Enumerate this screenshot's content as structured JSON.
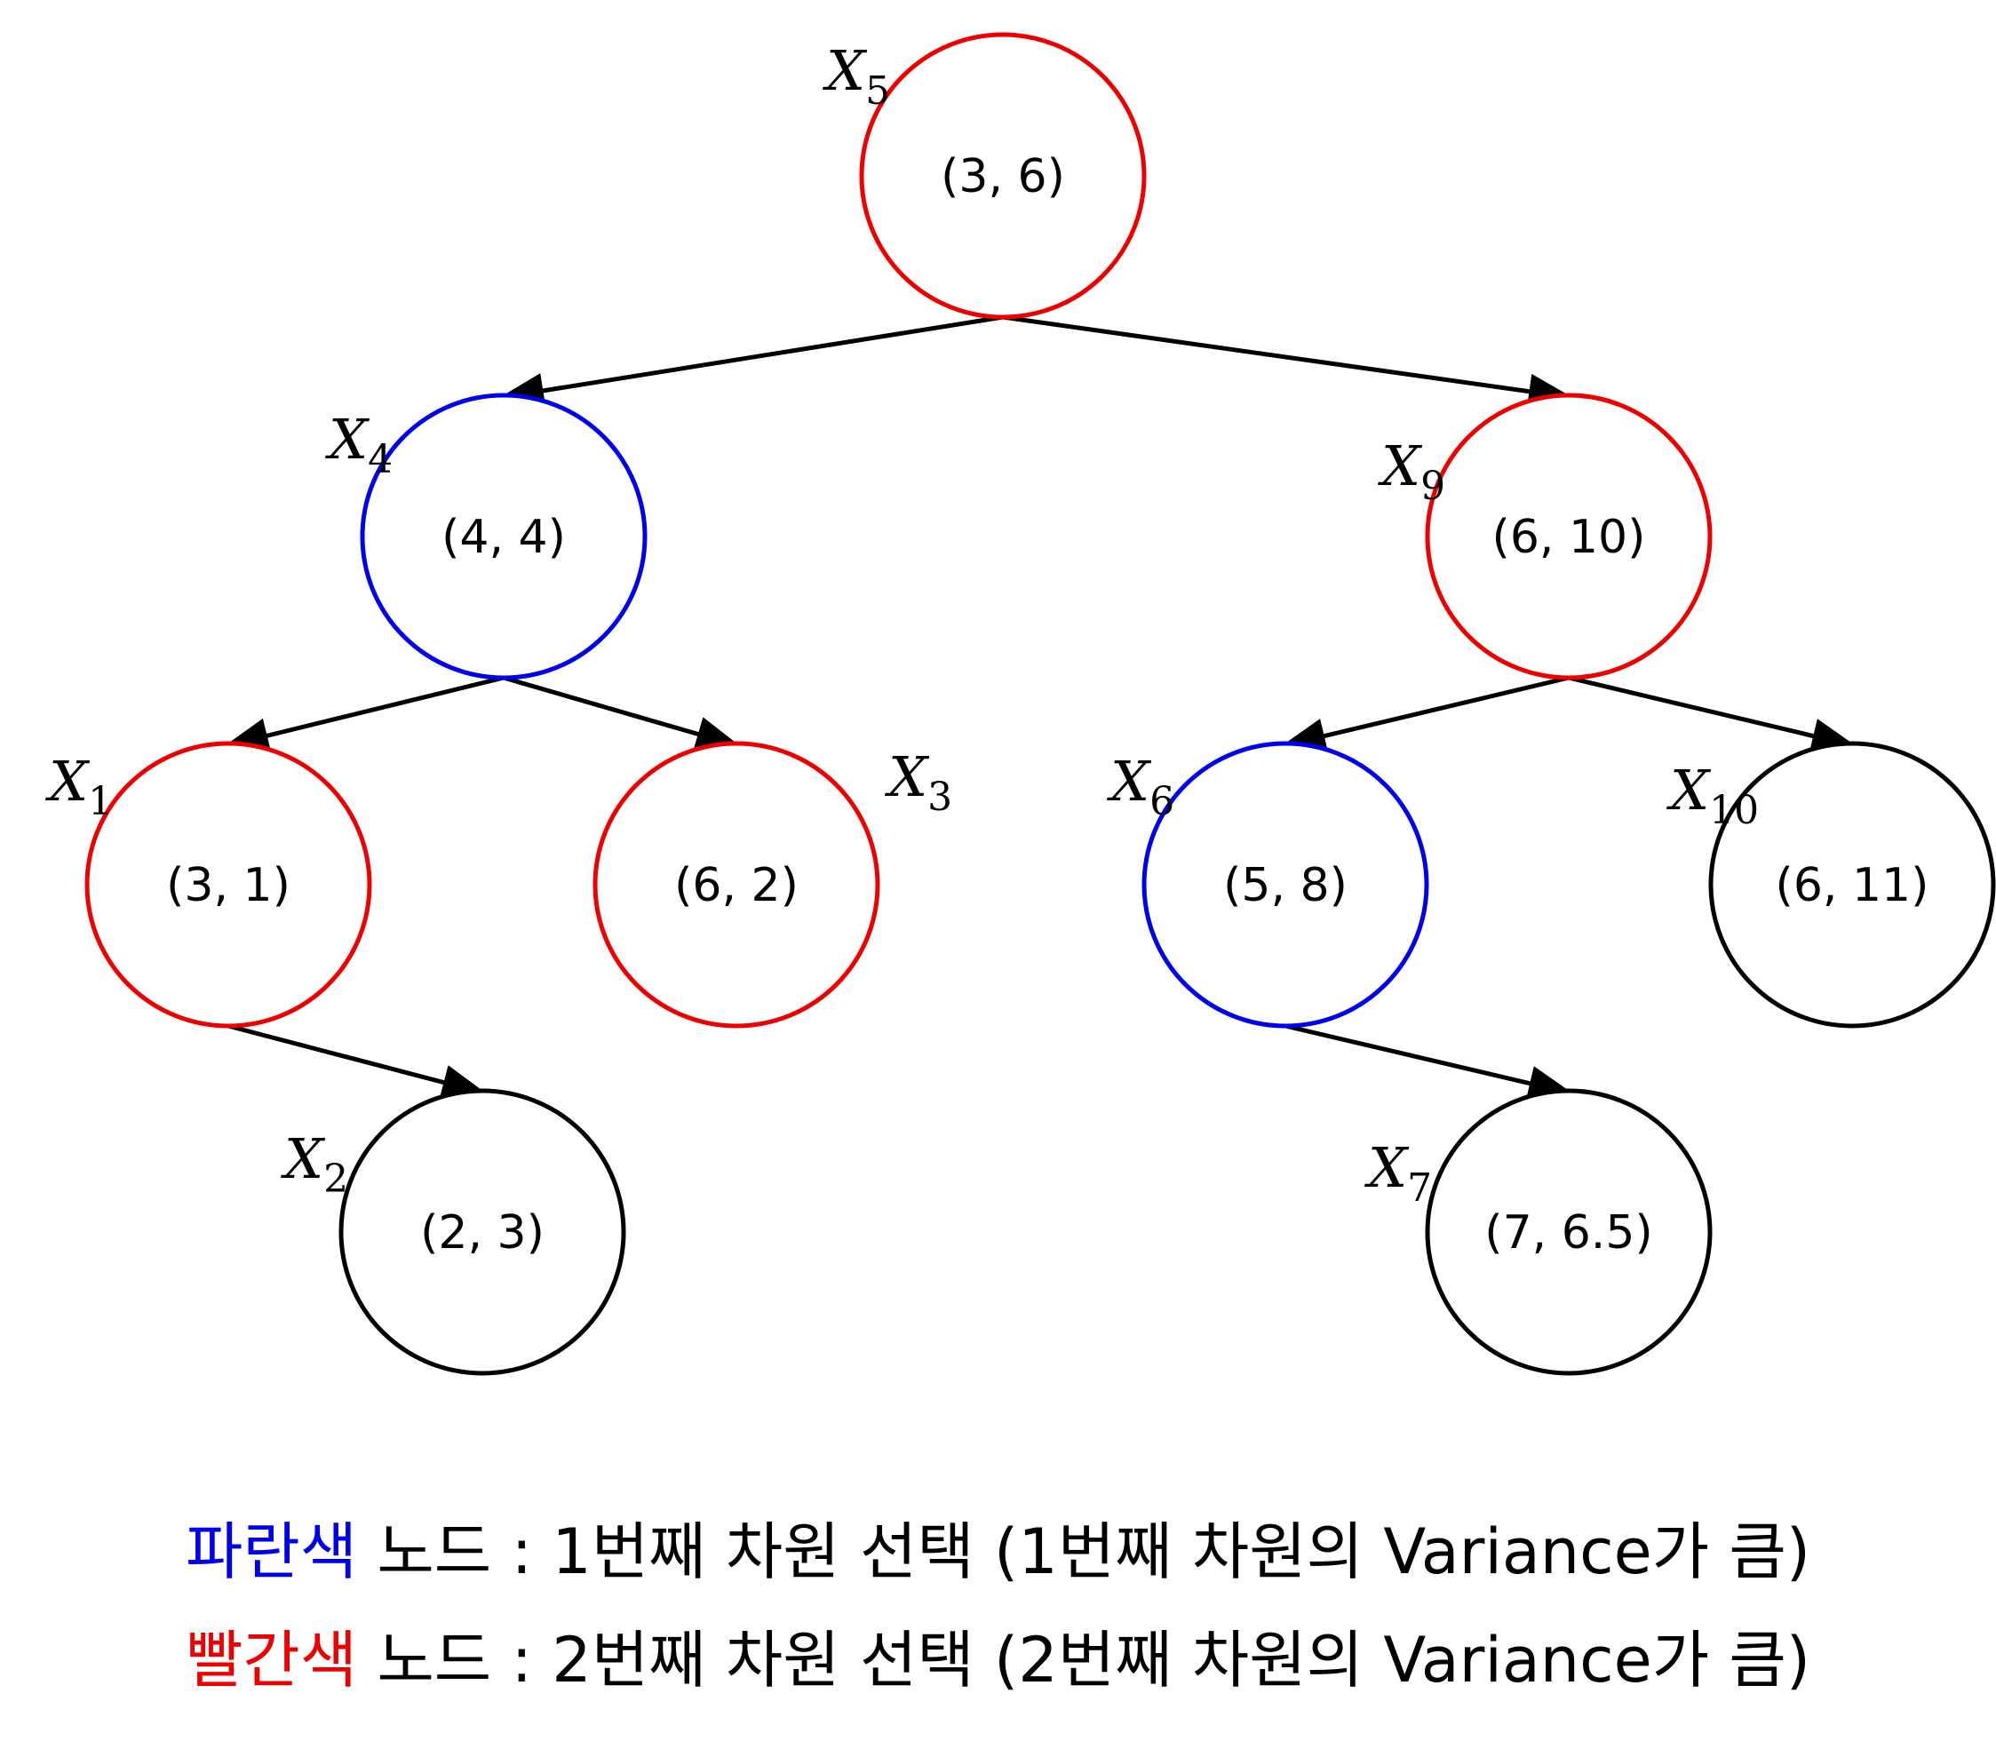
{
  "colors": {
    "blue": "#0000ee",
    "red": "#ee0000",
    "black": "#000000"
  },
  "nodes": [
    {
      "id": "X5",
      "name": "X",
      "sub": "5",
      "value": "(3, 6)",
      "color": "red"
    },
    {
      "id": "X4",
      "name": "X",
      "sub": "4",
      "value": "(4, 4)",
      "color": "blue"
    },
    {
      "id": "X9",
      "name": "X",
      "sub": "9",
      "value": "(6, 10)",
      "color": "red"
    },
    {
      "id": "X1",
      "name": "X",
      "sub": "1",
      "value": "(3, 1)",
      "color": "red"
    },
    {
      "id": "X3",
      "name": "X",
      "sub": "3",
      "value": "(6, 2)",
      "color": "red"
    },
    {
      "id": "X6",
      "name": "X",
      "sub": "6",
      "value": "(5, 8)",
      "color": "blue"
    },
    {
      "id": "X10",
      "name": "X",
      "sub": "10",
      "value": "(6, 11)",
      "color": "black"
    },
    {
      "id": "X2",
      "name": "X",
      "sub": "2",
      "value": "(2, 3)",
      "color": "black"
    },
    {
      "id": "X7",
      "name": "X",
      "sub": "7",
      "value": "(7, 6.5)",
      "color": "black"
    }
  ],
  "edges": [
    {
      "from": "X5",
      "to": "X4"
    },
    {
      "from": "X5",
      "to": "X9"
    },
    {
      "from": "X4",
      "to": "X1"
    },
    {
      "from": "X4",
      "to": "X3"
    },
    {
      "from": "X9",
      "to": "X6"
    },
    {
      "from": "X9",
      "to": "X10"
    },
    {
      "from": "X1",
      "to": "X2"
    },
    {
      "from": "X6",
      "to": "X7"
    }
  ],
  "legend": {
    "blue_word": "파란색",
    "blue_rest": " 노드 : 1번째 차원 선택 (1번째 차원의 Variance가 큼)",
    "red_word": "빨간색",
    "red_rest": " 노드 : 2번째 차원 선택 (2번째 차원의 Variance가 큼)"
  }
}
